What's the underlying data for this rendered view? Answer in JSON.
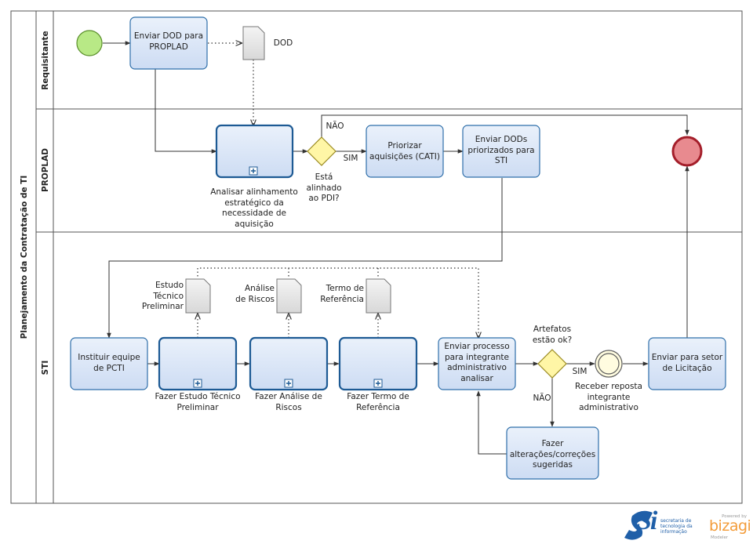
{
  "pool": {
    "label": "Planejamento da Contratação de TI"
  },
  "lanes": [
    "Requisitante",
    "PROPLAD",
    "STI"
  ],
  "tasks": {
    "enviar_dod": "Enviar DOD para\nPROPLAD",
    "priorizar": "Priorizar\naquisições (CATI)",
    "enviar_dods": "Enviar DODs\npriorizados para\nSTI",
    "instituir": "Instituir equipe\nde PCTI",
    "enviar_processo": "Enviar processo\npara integrante\nadministrativo\nanalisar",
    "fazer_alteracoes": "Fazer\nalterações/correções\nsugeridas",
    "enviar_licitacao": "Enviar para setor\nde Licitação"
  },
  "subprocess_labels": {
    "analisar": "Analisar alinhamento\nestratégico da\nnecessidade de\naquisição",
    "etp": "Fazer Estudo Técnico\nPreliminar",
    "riscos": "Fazer Análise de\nRiscos",
    "termo": "Fazer Termo de\nReferência"
  },
  "gateways": {
    "alinhado": "Está\nalinhado\nao PDI?",
    "artefatos": "Artefatos\nestão ok?"
  },
  "flow_labels": {
    "nao1": "NÃO",
    "sim1": "SIM",
    "sim2": "SIM",
    "nao2": "NÃO"
  },
  "event_labels": {
    "receber": "Receber reposta\nintegrante\nadministrativo"
  },
  "documents": {
    "dod": "DOD",
    "etp": "Estudo\nTécnico\nPreliminar",
    "riscos": "Análise\nde Riscos",
    "termo": "Termo de\nReferência"
  },
  "logo": {
    "si": "Si",
    "si_caption": "secretaria de\ntecnologia da\ninformação",
    "powered": "Powered by",
    "brand": "bizagi",
    "modeler": "Modeler"
  },
  "colors": {
    "task_fill": "#dbe6f7",
    "task_stroke": "#2f6faa",
    "start_fill": "#b8e986",
    "end_fill": "#e88a8f",
    "gateway_fill": "#fff6a6",
    "logo_blue": "#1f5fa8",
    "bizagi_orange": "#f39c3a"
  }
}
